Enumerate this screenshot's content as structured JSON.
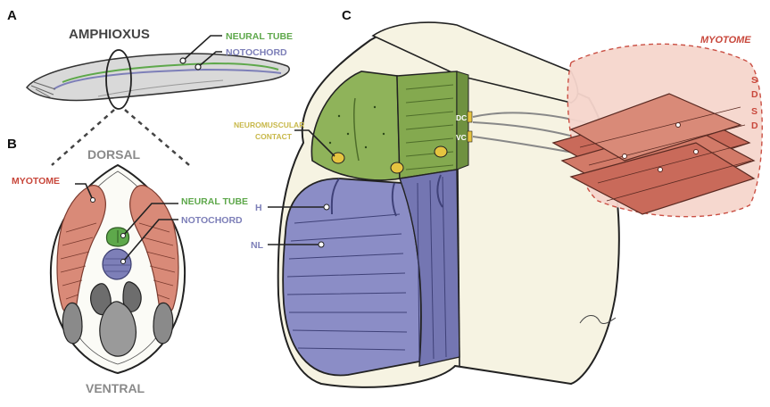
{
  "panels": {
    "a": "A",
    "b": "B",
    "c": "C"
  },
  "panel_a": {
    "title": "AMPHIOXUS",
    "neural_tube": "NEURAL TUBE",
    "notochord": "NOTOCHORD"
  },
  "panel_b": {
    "dorsal": "DORSAL",
    "ventral": "VENTRAL",
    "myotome": "MYOTOME",
    "neural_tube": "NEURAL TUBE",
    "notochord": "NOTOCHORD"
  },
  "panel_c": {
    "neuromuscular_line1": "NEUROMUSCULAR",
    "neuromuscular_line2": "CONTACT",
    "h": "H",
    "nl": "NL",
    "dc": "DC",
    "vc": "VC",
    "myotome": "MYOTOME",
    "s1": "S",
    "d1": "D",
    "s2": "S",
    "d2": "D"
  },
  "colors": {
    "green": "#5ea84b",
    "notochord_blue": "#7d7fb8",
    "myotome_red": "#c8473b",
    "muscle_pink": "#d98a78",
    "yellow": "#c8b84a",
    "gray": "#8a8a8a",
    "cream": "#f6f3e2"
  }
}
